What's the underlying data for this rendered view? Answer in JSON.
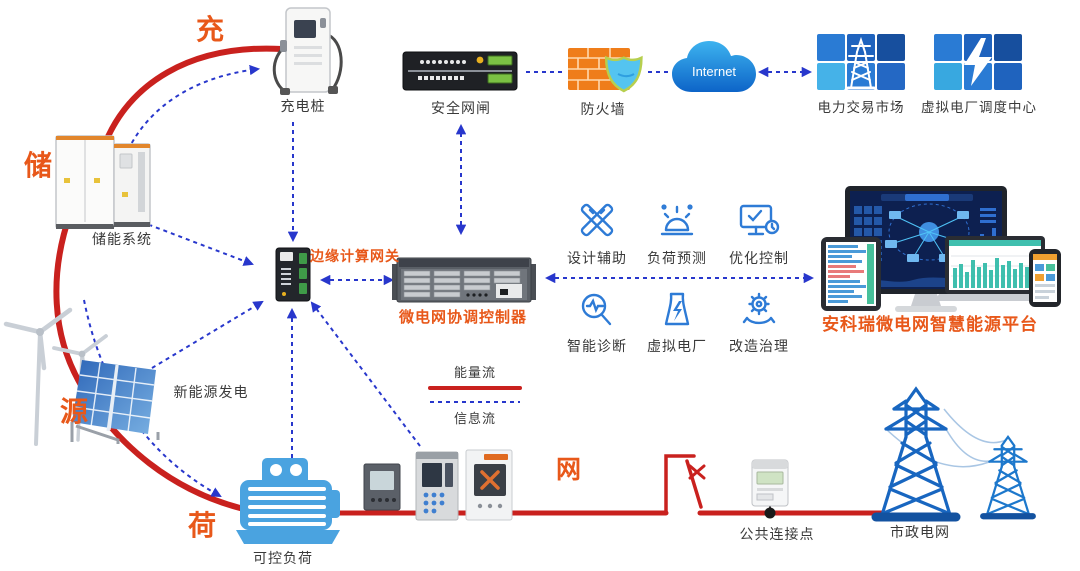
{
  "diagram": {
    "corner_chars": {
      "charge": "充",
      "store": "储",
      "source": "源",
      "load": "荷",
      "grid": "网"
    },
    "nodes": {
      "charging_pile": "充电桩",
      "storage_system": "储能系统",
      "renewable_generation": "新能源发电",
      "controllable_load": "可控负荷",
      "edge_gateway": "边缘计算网关",
      "microgrid_controller": "微电网协调控制器",
      "security_gateway": "安全网闸",
      "firewall": "防火墙",
      "internet": "Internet",
      "power_trading_market": "电力交易市场",
      "vpp_dispatch_center": "虚拟电厂调度中心",
      "platform": "安科瑞微电网智慧能源平台",
      "pcc": "公共连接点",
      "municipal_grid": "市政电网"
    },
    "functions": [
      {
        "label": "设计辅助"
      },
      {
        "label": "负荷预测"
      },
      {
        "label": "优化控制"
      },
      {
        "label": "智能诊断"
      },
      {
        "label": "虚拟电厂"
      },
      {
        "label": "改造治理"
      }
    ],
    "legend": {
      "energy_flow": "能量流",
      "info_flow": "信息流"
    },
    "colors": {
      "energy_flow": "#c9211e",
      "info_flow": "#2837cc",
      "accent_orange": "#e8581a"
    }
  }
}
